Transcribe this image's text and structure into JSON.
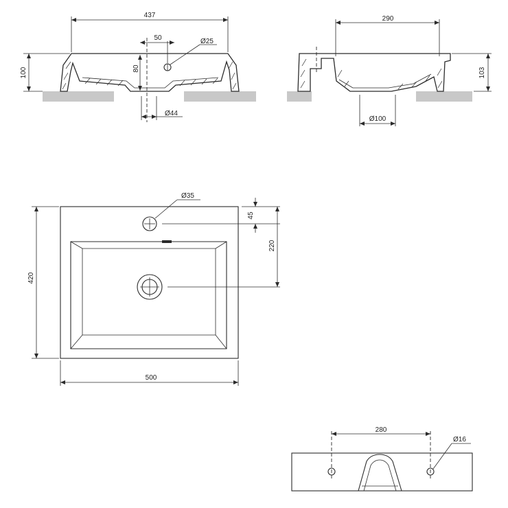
{
  "colors": {
    "line": "#2b2b2b",
    "ground": "#c8c8c8",
    "background": "#ffffff"
  },
  "front_section": {
    "overall_width": "437",
    "tap_offset": "50",
    "tap_hole": "Ø25",
    "bowl_depth": "80",
    "total_height": "100",
    "drain": "Ø44"
  },
  "side_section": {
    "bowl_length": "290",
    "total_height": "103",
    "drain": "Ø100"
  },
  "top_view": {
    "tap_hole": "Ø35",
    "tap_offset": "45",
    "drain_offset": "220",
    "depth": "420",
    "width": "500"
  },
  "rear_view": {
    "fixing_distance": "280",
    "fixing_hole": "Ø16"
  }
}
